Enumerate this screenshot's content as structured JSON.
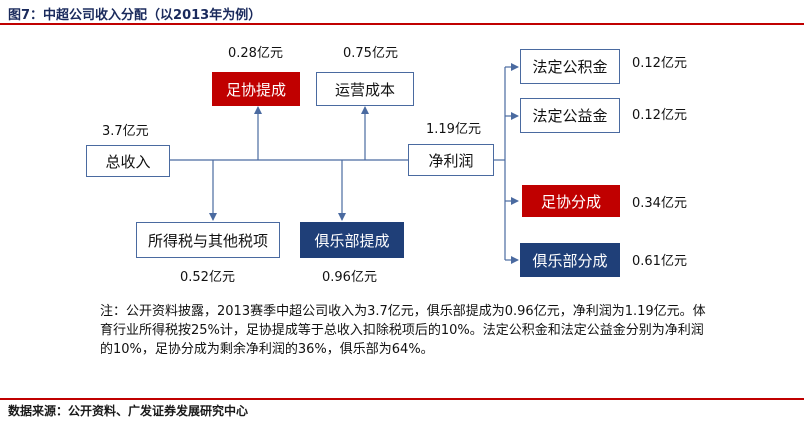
{
  "title": "图7：中超公司收入分配（以2013年为例）",
  "source": "数据来源：公开资料、广发证券发展研究中心",
  "colors": {
    "accent_red": "#c00000",
    "navy": "#1f3f78",
    "line": "#4a6aa0",
    "title": "#1a2a5c"
  },
  "nodes": {
    "total_revenue": {
      "label": "总收入",
      "value": "3.7亿元"
    },
    "tax": {
      "label": "所得税与其他税项",
      "value": "0.52亿元"
    },
    "club_share": {
      "label": "俱乐部提成",
      "value": "0.96亿元"
    },
    "cfa_share": {
      "label": "足协提成",
      "value": "0.28亿元"
    },
    "operating_cost": {
      "label": "运营成本",
      "value": "0.75亿元"
    },
    "net_profit": {
      "label": "净利润",
      "value": "1.19亿元"
    },
    "statutory_reserve": {
      "label": "法定公积金",
      "value": "0.12亿元"
    },
    "statutory_welfare": {
      "label": "法定公益金",
      "value": "0.12亿元"
    },
    "cfa_dividend": {
      "label": "足协分成",
      "value": "0.34亿元"
    },
    "club_dividend": {
      "label": "俱乐部分成",
      "value": "0.61亿元"
    }
  },
  "note": "注：公开资料披露，2013赛季中超公司收入为3.7亿元，俱乐部提成为0.96亿元，净利润为1.19亿元。体育行业所得税按25%计，足协提成等于总收入扣除税项后的10%。法定公积金和法定公益金分别为净利润的10%，足协分成为剩余净利润的36%，俱乐部为64%。"
}
